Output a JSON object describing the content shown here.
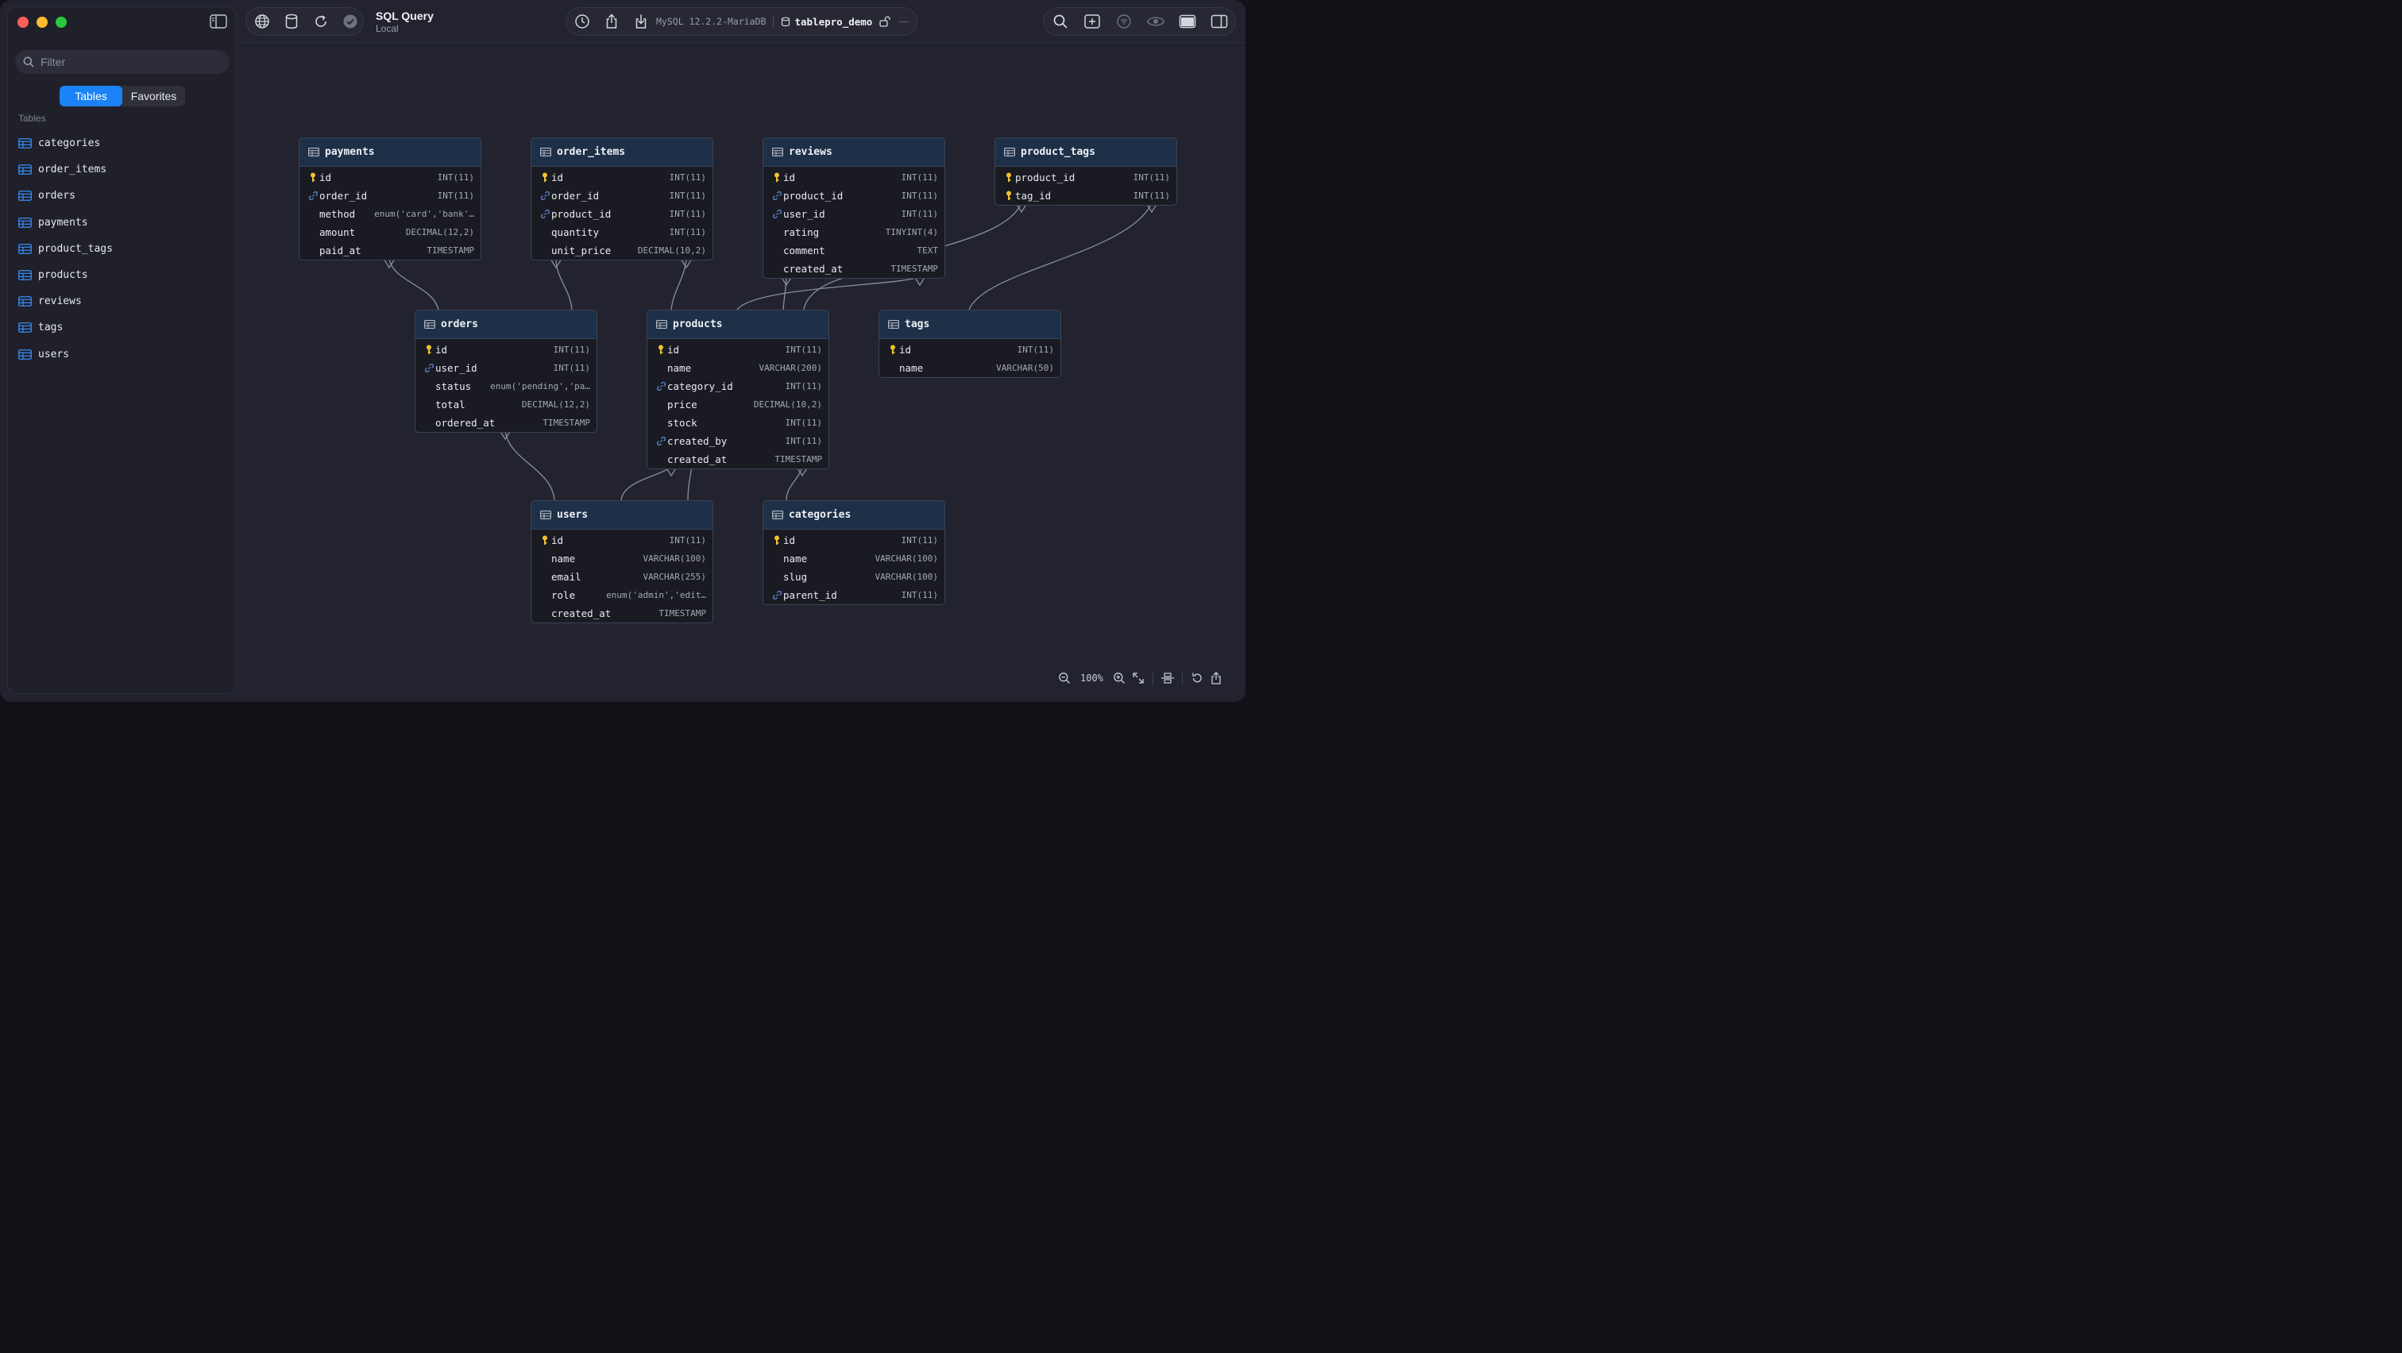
{
  "window": {
    "title": "SQL Query",
    "subtitle": "Local"
  },
  "toolbar": {
    "connection": "MySQL 12.2.2-MariaDB",
    "database": "tablepro_demo"
  },
  "sidebar": {
    "filter_placeholder": "Filter",
    "tabs": [
      {
        "label": "Tables",
        "active": true
      },
      {
        "label": "Favorites",
        "active": false
      }
    ],
    "section_label": "Tables",
    "tables": [
      "categories",
      "order_items",
      "orders",
      "payments",
      "product_tags",
      "products",
      "reviews",
      "tags",
      "users"
    ]
  },
  "diagram": {
    "zoom": "100%",
    "entities": [
      {
        "name": "payments",
        "columns": [
          {
            "name": "id",
            "type": "INT(11)",
            "key": "pk"
          },
          {
            "name": "order_id",
            "type": "INT(11)",
            "key": "fk"
          },
          {
            "name": "method",
            "type": "enum('card','bank'…",
            "key": ""
          },
          {
            "name": "amount",
            "type": "DECIMAL(12,2)",
            "key": ""
          },
          {
            "name": "paid_at",
            "type": "TIMESTAMP",
            "key": ""
          }
        ]
      },
      {
        "name": "order_items",
        "columns": [
          {
            "name": "id",
            "type": "INT(11)",
            "key": "pk"
          },
          {
            "name": "order_id",
            "type": "INT(11)",
            "key": "fk"
          },
          {
            "name": "product_id",
            "type": "INT(11)",
            "key": "fk"
          },
          {
            "name": "quantity",
            "type": "INT(11)",
            "key": ""
          },
          {
            "name": "unit_price",
            "type": "DECIMAL(10,2)",
            "key": ""
          }
        ]
      },
      {
        "name": "reviews",
        "columns": [
          {
            "name": "id",
            "type": "INT(11)",
            "key": "pk"
          },
          {
            "name": "product_id",
            "type": "INT(11)",
            "key": "fk"
          },
          {
            "name": "user_id",
            "type": "INT(11)",
            "key": "fk"
          },
          {
            "name": "rating",
            "type": "TINYINT(4)",
            "key": ""
          },
          {
            "name": "comment",
            "type": "TEXT",
            "key": ""
          },
          {
            "name": "created_at",
            "type": "TIMESTAMP",
            "key": ""
          }
        ]
      },
      {
        "name": "product_tags",
        "columns": [
          {
            "name": "product_id",
            "type": "INT(11)",
            "key": "pk"
          },
          {
            "name": "tag_id",
            "type": "INT(11)",
            "key": "pk"
          }
        ]
      },
      {
        "name": "orders",
        "columns": [
          {
            "name": "id",
            "type": "INT(11)",
            "key": "pk"
          },
          {
            "name": "user_id",
            "type": "INT(11)",
            "key": "fk"
          },
          {
            "name": "status",
            "type": "enum('pending','pa…",
            "key": ""
          },
          {
            "name": "total",
            "type": "DECIMAL(12,2)",
            "key": ""
          },
          {
            "name": "ordered_at",
            "type": "TIMESTAMP",
            "key": ""
          }
        ]
      },
      {
        "name": "products",
        "columns": [
          {
            "name": "id",
            "type": "INT(11)",
            "key": "pk"
          },
          {
            "name": "name",
            "type": "VARCHAR(200)",
            "key": ""
          },
          {
            "name": "category_id",
            "type": "INT(11)",
            "key": "fk"
          },
          {
            "name": "price",
            "type": "DECIMAL(10,2)",
            "key": ""
          },
          {
            "name": "stock",
            "type": "INT(11)",
            "key": ""
          },
          {
            "name": "created_by",
            "type": "INT(11)",
            "key": "fk"
          },
          {
            "name": "created_at",
            "type": "TIMESTAMP",
            "key": ""
          }
        ]
      },
      {
        "name": "tags",
        "columns": [
          {
            "name": "id",
            "type": "INT(11)",
            "key": "pk"
          },
          {
            "name": "name",
            "type": "VARCHAR(50)",
            "key": ""
          }
        ]
      },
      {
        "name": "users",
        "columns": [
          {
            "name": "id",
            "type": "INT(11)",
            "key": "pk"
          },
          {
            "name": "name",
            "type": "VARCHAR(100)",
            "key": ""
          },
          {
            "name": "email",
            "type": "VARCHAR(255)",
            "key": ""
          },
          {
            "name": "role",
            "type": "enum('admin','edit…",
            "key": ""
          },
          {
            "name": "created_at",
            "type": "TIMESTAMP",
            "key": ""
          }
        ]
      },
      {
        "name": "categories",
        "columns": [
          {
            "name": "id",
            "type": "INT(11)",
            "key": "pk"
          },
          {
            "name": "name",
            "type": "VARCHAR(100)",
            "key": ""
          },
          {
            "name": "slug",
            "type": "VARCHAR(100)",
            "key": ""
          },
          {
            "name": "parent_id",
            "type": "INT(11)",
            "key": "fk"
          }
        ]
      }
    ]
  }
}
